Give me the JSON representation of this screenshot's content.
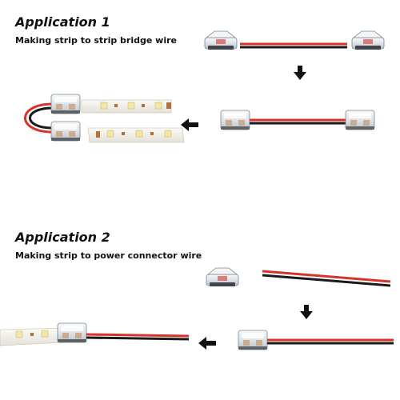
{
  "sections": [
    {
      "title": "Application 1",
      "subtitle": "Making strip to strip bridge wire"
    },
    {
      "title": "Application 2",
      "subtitle": "Making strip to power connector wire"
    }
  ],
  "icons": {
    "arrow": "black-arrow-icon",
    "connector": "clip-connector-icon",
    "strip": "led-strip-icon",
    "wire": "red-black-wire-icon"
  },
  "colors": {
    "wire_red": "#d8332b",
    "wire_black": "#1a1a1a",
    "connector_clear": "#e9eef2",
    "strip_copper": "#b5703c",
    "led_yellow": "#f3e7a6"
  }
}
